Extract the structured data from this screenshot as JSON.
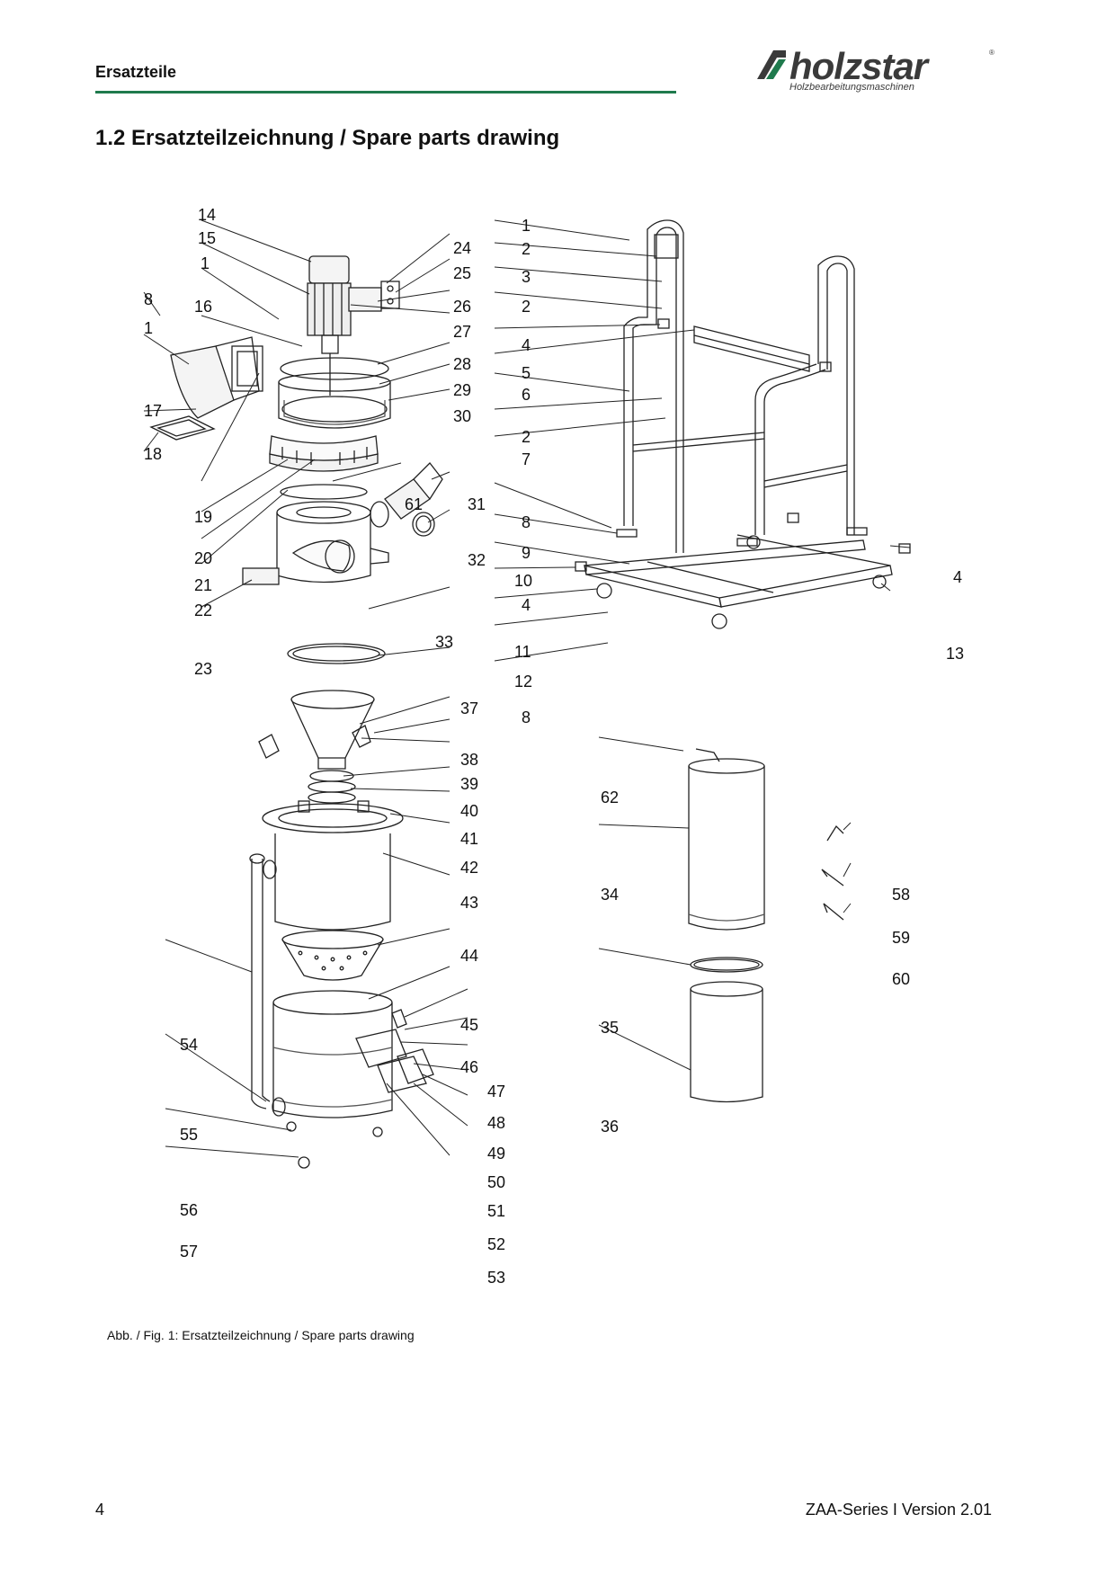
{
  "header": {
    "section_label": "Ersatzteile",
    "logo_text": "holzstar",
    "logo_subtitle": "Holzbearbeitungsmaschinen",
    "logo_registered": "®",
    "accent_color": "#1f7a4d"
  },
  "section_title": "1.2   Ersatzteilzeichnung / Spare parts drawing",
  "drawing": {
    "callouts_left": [
      "14",
      "15",
      "1",
      "8",
      "16",
      "1",
      "17",
      "18",
      "19",
      "20",
      "21",
      "22",
      "23",
      "24",
      "25",
      "26",
      "27",
      "28",
      "29",
      "30",
      "61",
      "31",
      "32",
      "33",
      "37",
      "38",
      "39",
      "40",
      "41",
      "42",
      "43",
      "44",
      "45",
      "46",
      "47",
      "48",
      "49",
      "50",
      "51",
      "52",
      "53",
      "54",
      "55",
      "56",
      "57"
    ],
    "callouts_right": [
      "1",
      "2",
      "3",
      "2",
      "4",
      "5",
      "6",
      "2",
      "7",
      "8",
      "9",
      "10",
      "4",
      "11",
      "12",
      "8",
      "4",
      "13",
      "62",
      "34",
      "35",
      "36",
      "58",
      "59",
      "60"
    ]
  },
  "caption": "Abb. / Fig. 1: Ersatzteilzeichnung  / Spare parts drawing",
  "footer": {
    "page_number": "4",
    "version": "ZAA-Series I Version 2.01"
  }
}
